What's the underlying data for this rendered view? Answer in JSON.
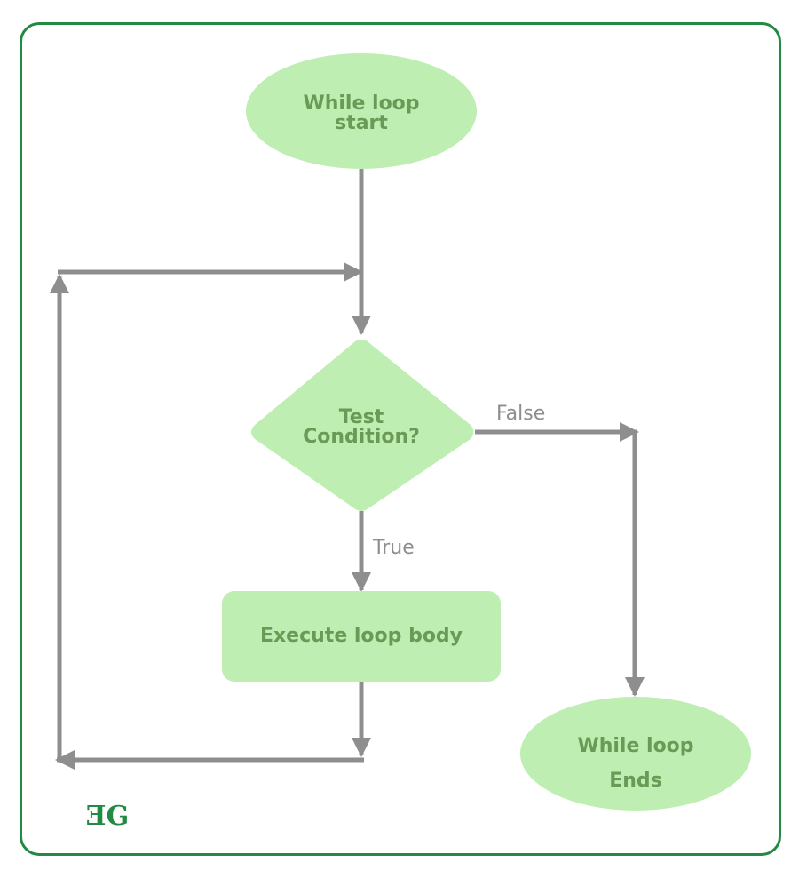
{
  "colors": {
    "frame": "#238a43",
    "node_fill": "#bfeeb3",
    "node_text": "#6b9a56",
    "connector": "#8e8e8e",
    "edge_label": "#8e8e8e"
  },
  "nodes": {
    "start": {
      "line1": "While loop",
      "line2": "start"
    },
    "condition": {
      "line1": "Test",
      "line2": "Condition?"
    },
    "body": {
      "label": "Execute loop body"
    },
    "end": {
      "line1": "While loop",
      "line2": "Ends"
    }
  },
  "edges": {
    "false_label": "False",
    "true_label": "True"
  },
  "logo": {
    "text": "ƎG"
  }
}
